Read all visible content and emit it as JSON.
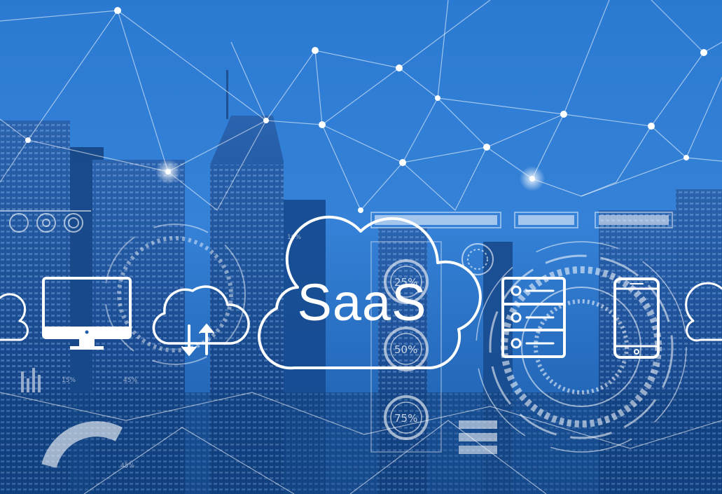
{
  "headline": "SaaS",
  "gauges": {
    "upper": "25%",
    "middle": "50%",
    "lower": "75%"
  },
  "small_readouts": {
    "left_a": "15%",
    "left_b": "45%",
    "left_c": "45%",
    "top_small": "10%"
  },
  "colors": {
    "sky_top": "#2f7fd6",
    "sky_mid": "#2a6fc4",
    "city_dark": "#0e3a78",
    "line": "#ffffff"
  },
  "icons": [
    "cloud-icon",
    "monitor-icon",
    "cloud-upload-download-icon",
    "saas-cloud-icon",
    "server-icon",
    "smartphone-icon",
    "cloud-icon"
  ]
}
